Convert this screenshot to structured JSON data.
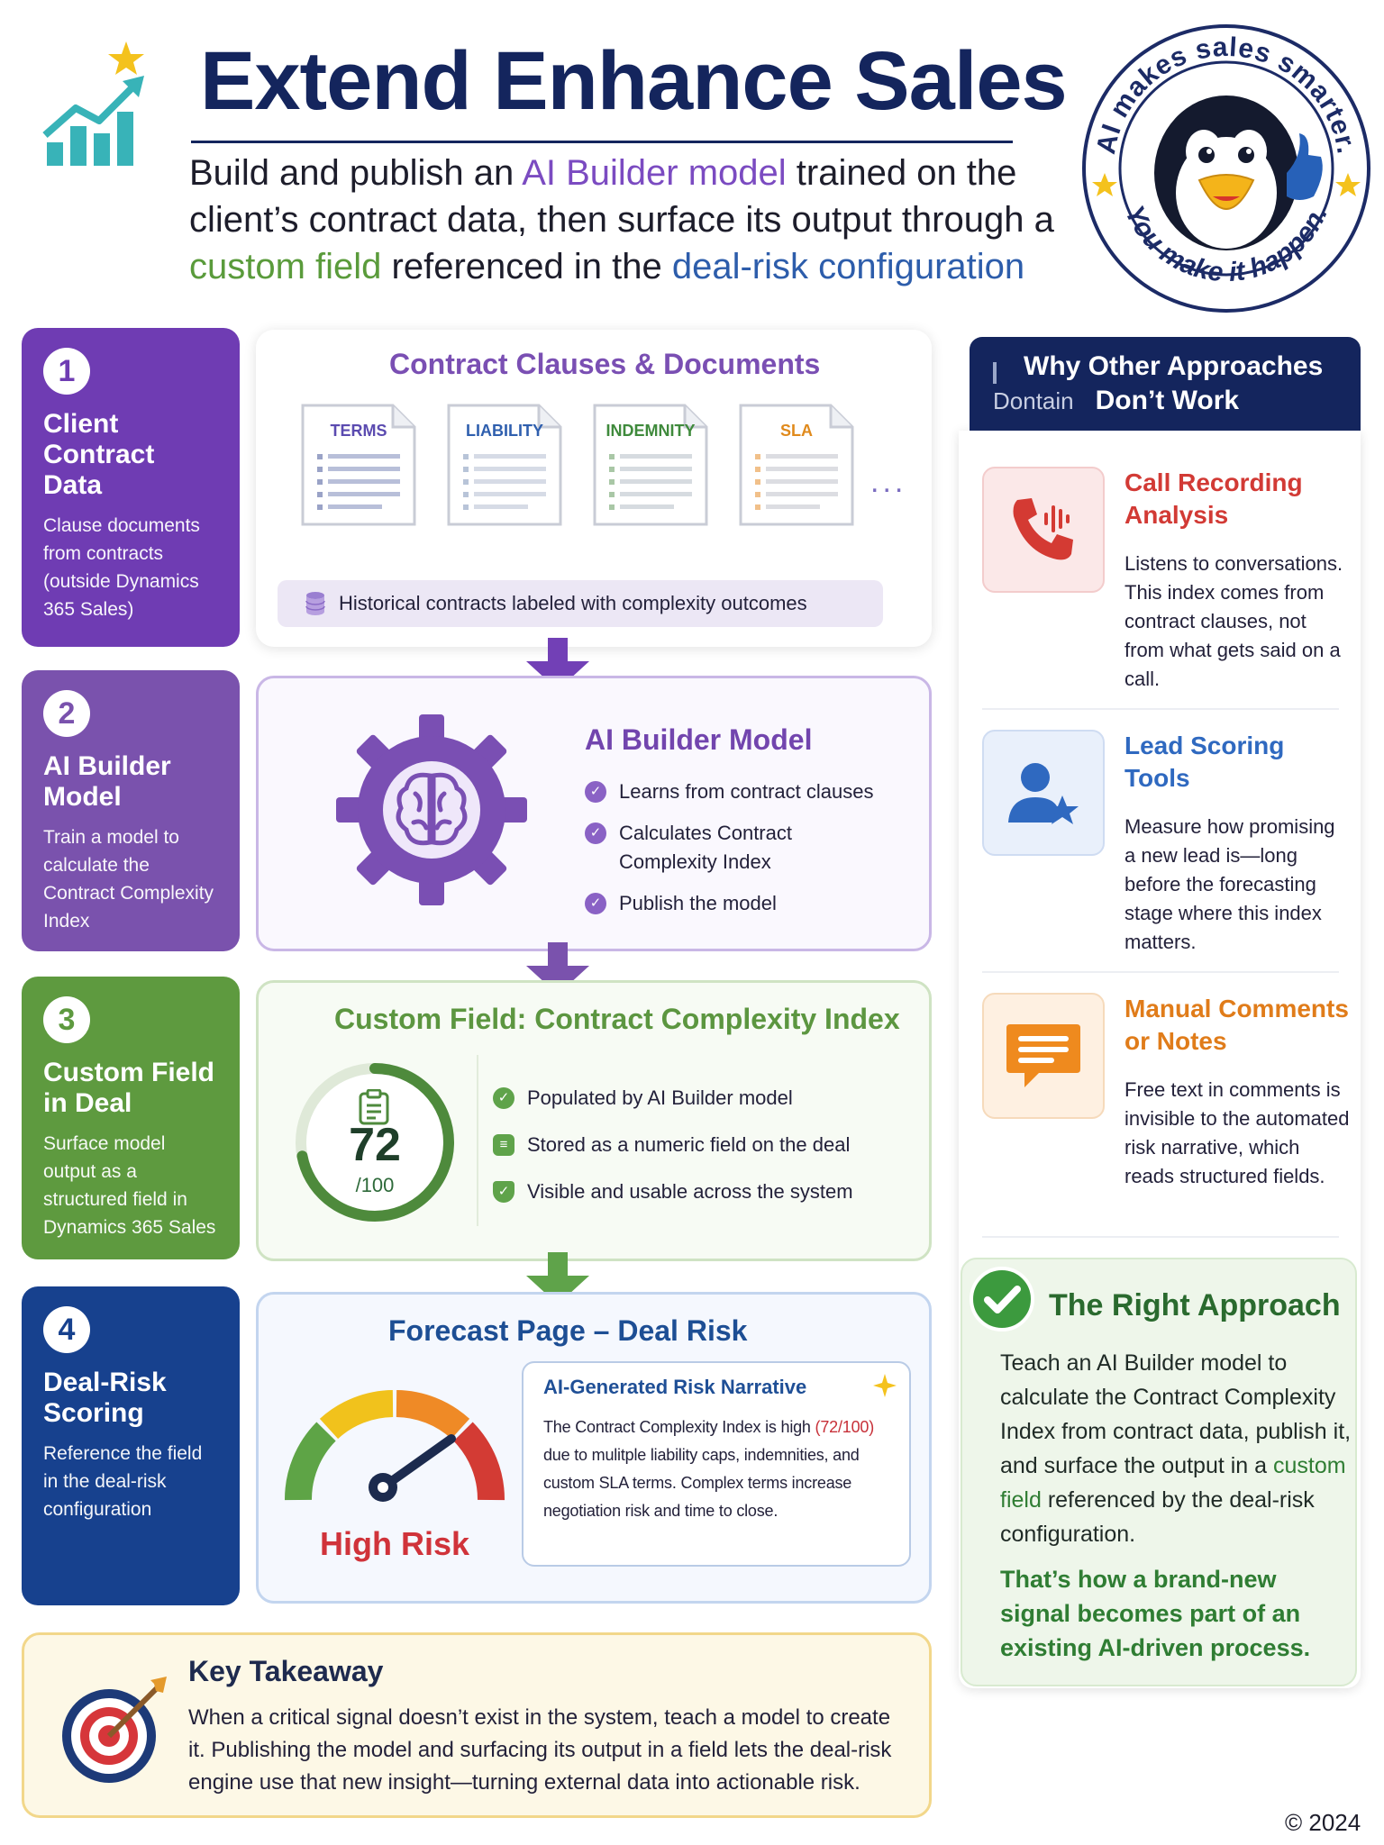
{
  "header": {
    "title": "Extend Enhance Sales",
    "subtitle_part1": "Build and publish an ",
    "subtitle_hl1": "AI Builder model",
    "subtitle_part2": " trained on the client’s contract data, then surface its output through a ",
    "subtitle_hl2": "custom field",
    "subtitle_part3": " referenced in the ",
    "subtitle_hl3": "deal-risk configuration"
  },
  "seal": {
    "top_text": "AI makes sales smarter.",
    "bottom_text": "You make it happen."
  },
  "steps": [
    {
      "num": "1",
      "title": "Client Contract Data",
      "desc": "Clause documents from contracts (outside Dynamics 365 Sales)"
    },
    {
      "num": "2",
      "title": "AI Builder Model",
      "desc": "Train a model to calculate the Contract Complexity Index"
    },
    {
      "num": "3",
      "title": "Custom Field in Deal",
      "desc": "Surface model output as a structured field in Dynamics 365 Sales"
    },
    {
      "num": "4",
      "title": "Deal-Risk Scoring",
      "desc": "Reference the field in the deal-risk configuration"
    }
  ],
  "documents_panel": {
    "title": "Contract Clauses & Documents",
    "docs": [
      {
        "label": "TERMS",
        "color": "#5b4bb0"
      },
      {
        "label": "LIABILITY",
        "color": "#2f5fae"
      },
      {
        "label": "INDEMNITY",
        "color": "#3f8a3c"
      },
      {
        "label": "SLA",
        "color": "#e08a1c"
      }
    ],
    "more": "...",
    "historical_label": "Historical contracts labeled with complexity outcomes"
  },
  "model_panel": {
    "title": "AI Builder Model",
    "items": [
      "Learns from contract clauses",
      "Calculates Contract Complexity Index",
      "Publish the model"
    ]
  },
  "field_panel": {
    "title": "Custom Field: Contract Complexity Index",
    "score": "72",
    "score_max": "/100",
    "score_fraction": 0.72,
    "items": [
      "Populated by AI Builder model",
      "Stored as a numeric field on the deal",
      "Visible and usable across the system"
    ]
  },
  "forecast_panel": {
    "title": "Forecast Page – Deal Risk",
    "risk_label": "High Risk",
    "narrative_title": "AI-Generated Risk Narrative",
    "narrative_part1": "The Contract Complexity Index is high ",
    "narrative_highlight": "(72/100)",
    "narrative_part2": " due to mulitple liability caps, indemnities, and custom SLA terms. Complex terms increase negotiation risk and time to close."
  },
  "key_takeaway": {
    "title": "Key Takeaway",
    "body": "When a critical signal doesn’t exist in the system, teach a model to create it. Publishing the model and surfacing its output in a field lets the deal-risk engine use that new insight—turning external data into actionable risk."
  },
  "why_other": {
    "heading_line1": "Why Other Approaches",
    "heading_line2_faded": "Dontain",
    "heading_line2": "Don’t Work",
    "items": [
      {
        "title": "Call Recording Analysis",
        "desc": "Listens to conversations. This index comes from contract clauses, not from what gets said on a call."
      },
      {
        "title": "Lead Scoring Tools",
        "desc": "Measure how promising a new lead is—long before the forecasting stage where this index matters."
      },
      {
        "title": "Manual Comments or Notes",
        "desc": "Free text in comments is invisible to the automated risk narrative, which reads structured fields."
      }
    ]
  },
  "right_approach": {
    "title": "The Right Approach",
    "body_part1": "Teach an AI Builder model to calculate the Contract Complexity Index from contract data, publish it, and surface the output in a ",
    "body_highlight": "custom field",
    "body_part2": " referenced by the deal-risk configuration.",
    "conclusion": "That’s how a brand-new signal becomes part of an existing AI-driven process."
  },
  "footer": {
    "copyright": "© 2024"
  },
  "colors": {
    "navy": "#14255d",
    "purple": "#6f3cb3",
    "green": "#5e9a3f",
    "blue": "#17418e",
    "risk_red": "#d0333a"
  }
}
